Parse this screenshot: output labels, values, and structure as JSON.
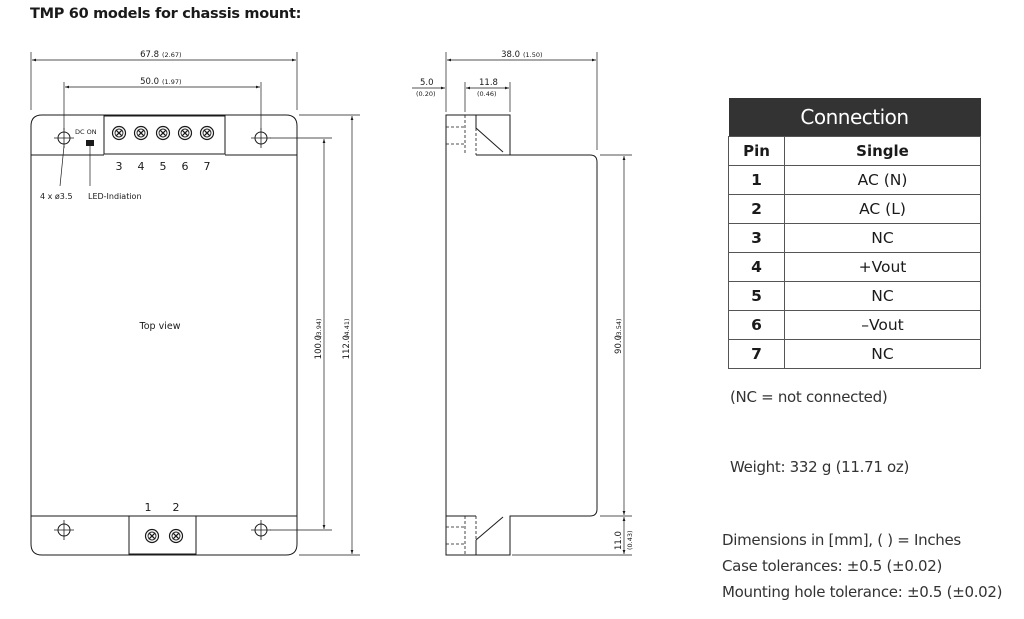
{
  "title": "TMP 60 models for chassis mount:",
  "top_view": {
    "dim_width": "67.8",
    "dim_width_in": "(2.67)",
    "dim_pitch": "50.0",
    "dim_pitch_in": "(1.97)",
    "dim_hole_spacing": "100.0",
    "dim_hole_spacing_in": "(3.94)",
    "dim_length": "112.0",
    "dim_length_in": "(4.41)",
    "dc_on": "DC ON",
    "holes_label": "4 x ø3.5",
    "led_label": "LED-Indiation",
    "view_label": "Top view",
    "top_pins": [
      "3",
      "4",
      "5",
      "6",
      "7"
    ],
    "bottom_pins": [
      "1",
      "2"
    ]
  },
  "side_view": {
    "dim_depth": "38.0",
    "dim_depth_in": "(1.50)",
    "dim_offset": "5.0",
    "dim_offset_in": "(0.20)",
    "dim_terminal": "11.8",
    "dim_terminal_in": "(0.46)",
    "dim_body": "90.0",
    "dim_body_in": "(3.54)",
    "dim_flange": "11.0",
    "dim_flange_in": "(0.43)"
  },
  "connection": {
    "title": "Connection",
    "col_pin": "Pin",
    "col_single": "Single",
    "rows": [
      {
        "pin": "1",
        "single": "AC (N)"
      },
      {
        "pin": "2",
        "single": "AC (L)"
      },
      {
        "pin": "3",
        "single": "NC"
      },
      {
        "pin": "4",
        "single": "+Vout"
      },
      {
        "pin": "5",
        "single": "NC"
      },
      {
        "pin": "6",
        "single": "–Vout"
      },
      {
        "pin": "7",
        "single": "NC"
      }
    ]
  },
  "notes": {
    "nc": "(NC = not connected)",
    "weight": "Weight: 332 g (11.71 oz)",
    "dimensions": "Dimensions in [mm], ( ) = Inches",
    "case_tol": "Case tolerances: ±0.5 (±0.02)",
    "hole_tol": "Mounting hole tolerance: ±0.5 (±0.02)"
  }
}
